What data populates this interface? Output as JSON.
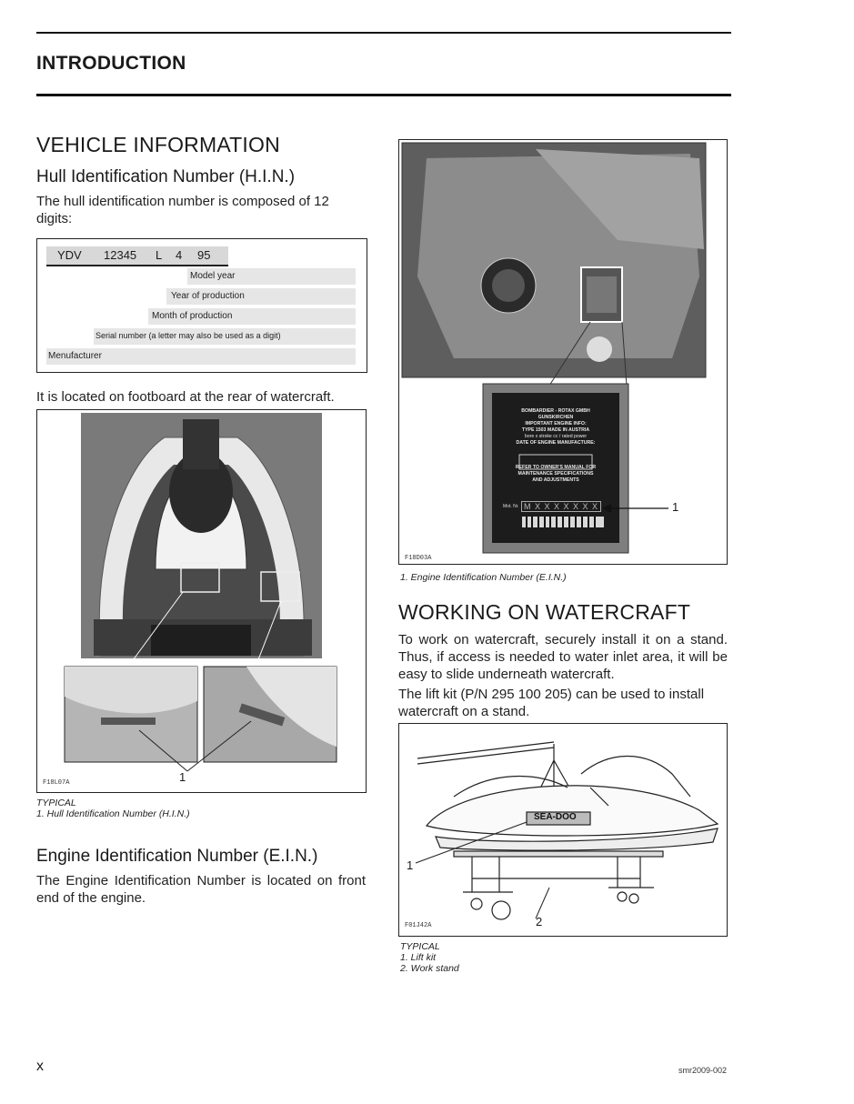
{
  "header": {
    "title": "INTRODUCTION"
  },
  "vehicle_info": {
    "title": "VEHICLE INFORMATION",
    "hin_heading": "Hull Identification Number (H.I.N.)",
    "hin_text": "The hull identification number is composed of 12 digits:",
    "hin_table": {
      "codes": [
        "YDV",
        "12345",
        "L",
        "4",
        "95"
      ],
      "rows": [
        "Model year",
        "Year of production",
        "Month of production",
        "Serial number (a letter may also be used as a digit)",
        "Menufacturer"
      ]
    },
    "hin_location": "It is located on footboard at the rear of watercraft.",
    "fig1": {
      "id": "F18L07A",
      "callout": "1",
      "typical": "TYPICAL",
      "caption": "1.  Hull Identification Number (H.I.N.)"
    },
    "ein_heading": "Engine Identification Number (E.I.N.)",
    "ein_text": "The Engine Identification Number is located on front end of the engine."
  },
  "engine_fig": {
    "id": "F18D03A",
    "callout": "1",
    "caption": "1.  Engine Identification Number (E.I.N.)",
    "plate_lines": [
      "BOMBARDIER - ROTAX GMBH",
      "GUNSKIRCHEN",
      "IMPORTANT ENGINE INFO:",
      "TYPE 1503 MADE IN AUSTRIA",
      "bore x stroke cc / rated power",
      "DATE OF ENGINE MANUFACTURE:",
      "REFER TO OWNER'S MANUAL FOR",
      "MAINTENANCE SPECIFICATIONS",
      "AND ADJUSTMENTS"
    ],
    "plate_mot": "Mot. Nr.",
    "plate_serial": "M X X X X X X X"
  },
  "working": {
    "title": "WORKING ON WATERCRAFT",
    "para1": "To work on watercraft, securely install it on a stand. Thus, if access is needed to water inlet area, it will be easy to slide underneath watercraft.",
    "para2": "The lift kit (P/N 295 100 205) can be used to install watercraft on a stand.",
    "fig": {
      "id": "F01J42A",
      "callout1": "1",
      "callout2": "2",
      "brand": "SEA-DOO",
      "typical": "TYPICAL",
      "caption1": "1.  Lift kit",
      "caption2": "2.  Work stand"
    }
  },
  "footer": {
    "page": "x",
    "code": "smr2009-002"
  }
}
